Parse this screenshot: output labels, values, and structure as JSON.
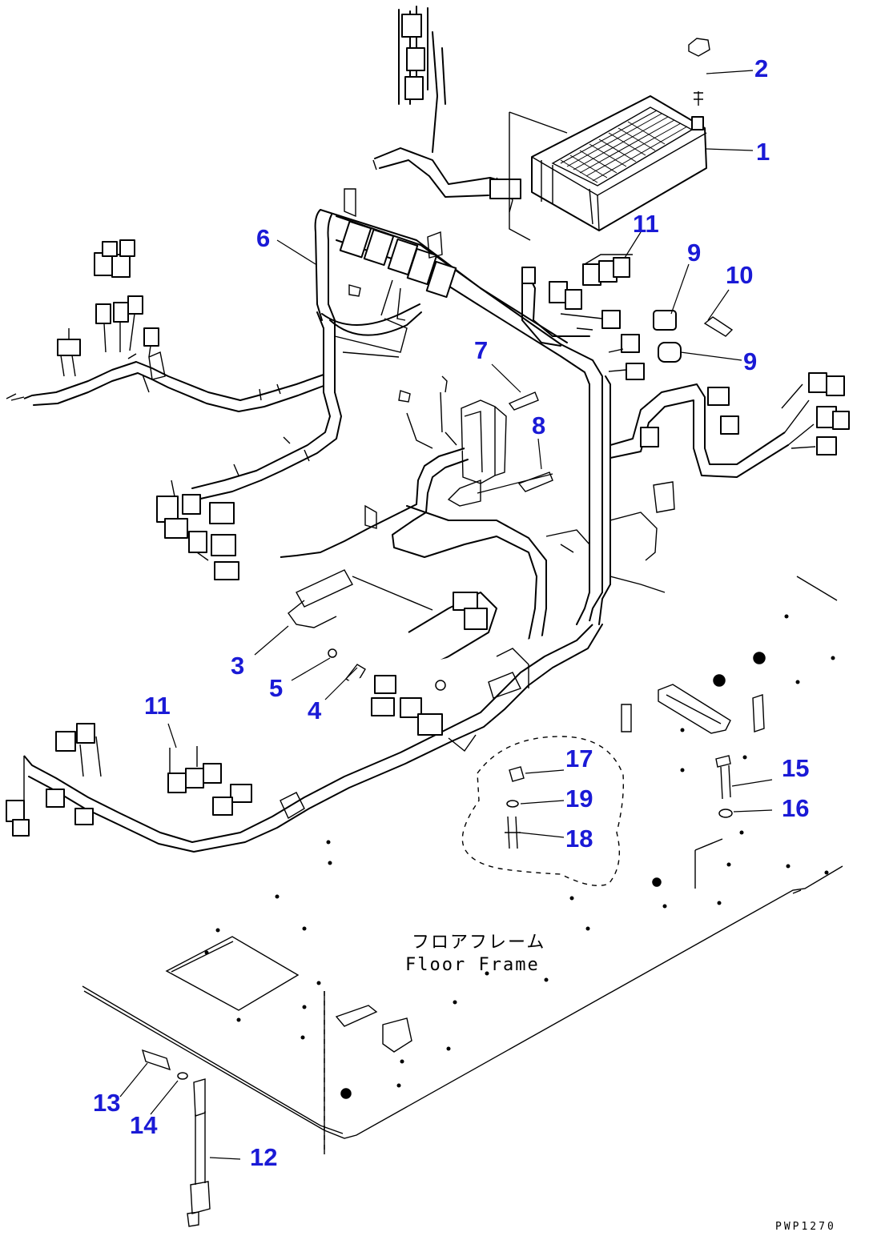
{
  "diagram": {
    "frame_label_jp": "フロアフレーム",
    "frame_label_en": "Floor Frame",
    "drawing_code": "PWP1270",
    "callouts": [
      {
        "id": "c1",
        "label": "1"
      },
      {
        "id": "c2",
        "label": "2"
      },
      {
        "id": "c3",
        "label": "3"
      },
      {
        "id": "c4",
        "label": "4"
      },
      {
        "id": "c5",
        "label": "5"
      },
      {
        "id": "c6",
        "label": "6"
      },
      {
        "id": "c7",
        "label": "7"
      },
      {
        "id": "c8",
        "label": "8"
      },
      {
        "id": "c9a",
        "label": "9"
      },
      {
        "id": "c9b",
        "label": "9"
      },
      {
        "id": "c10",
        "label": "10"
      },
      {
        "id": "c11a",
        "label": "11"
      },
      {
        "id": "c11b",
        "label": "11"
      },
      {
        "id": "c12",
        "label": "12"
      },
      {
        "id": "c13",
        "label": "13"
      },
      {
        "id": "c14",
        "label": "14"
      },
      {
        "id": "c15",
        "label": "15"
      },
      {
        "id": "c16",
        "label": "16"
      },
      {
        "id": "c17",
        "label": "17"
      },
      {
        "id": "c18",
        "label": "18"
      },
      {
        "id": "c19",
        "label": "19"
      }
    ]
  }
}
